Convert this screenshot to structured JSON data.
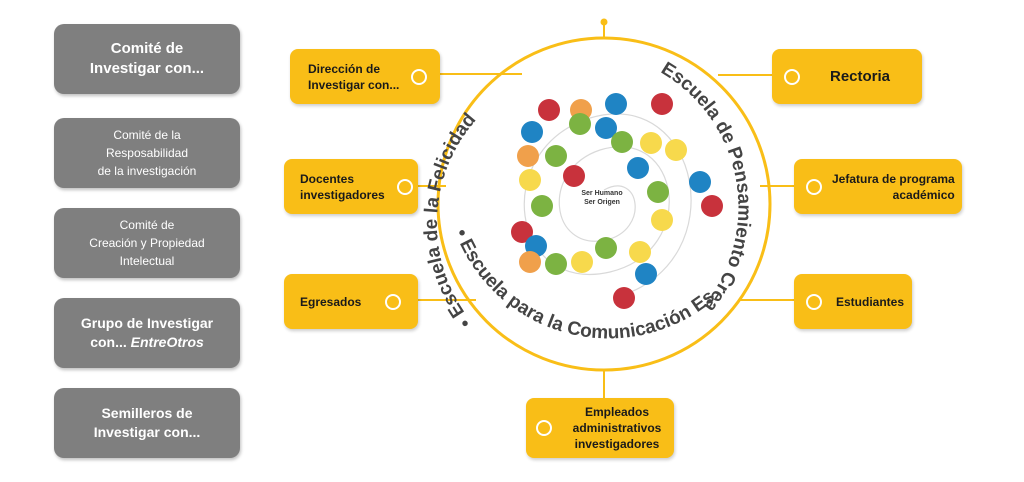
{
  "committees": [
    {
      "lines": [
        "Comité de",
        "Investigar con..."
      ]
    },
    {
      "lines": [
        "Comité de la",
        "Resposabilidad",
        "de la investigación"
      ]
    },
    {
      "lines": [
        "Comité de",
        "Creación y Propiedad",
        "Intelectual"
      ]
    },
    {
      "lines": [
        "Grupo de Investigar",
        "con... "
      ],
      "italic": "EntreOtros"
    },
    {
      "lines": [
        "Semilleros de",
        "Investigar con..."
      ]
    }
  ],
  "nodes": {
    "direccion": {
      "lines": [
        "Dirección  de",
        "Investigar con..."
      ]
    },
    "docentes": {
      "lines": [
        "Docentes",
        "investigadores"
      ]
    },
    "egresados": {
      "lines": [
        "Egresados"
      ]
    },
    "empleados": {
      "lines": [
        "Empleados",
        "administrativos",
        "investigadores"
      ]
    },
    "rectoria": {
      "lines": [
        "Rectoria"
      ]
    },
    "jefatura": {
      "lines": [
        "Jefatura de programa",
        "académico"
      ]
    },
    "estudiantes": {
      "lines": [
        "Estudiantes"
      ]
    }
  },
  "ring": {
    "escuela_felicidad": "• Escuela de la Felicidad",
    "escuela_pensamiento": "Escuela de Pensamiento Creativo •",
    "escuela_comunicacion": "• Escuela para la Comunicación Esencial",
    "center_line1": "Ser Humano",
    "center_line2": "Ser Origen"
  },
  "colors": {
    "yellow": "#f9be17",
    "gray": "#7f7f7f",
    "ring": "#f9be17",
    "dot_colors": [
      "#c8323c",
      "#1f84c4",
      "#7cb342",
      "#f0a04b",
      "#f7d94c"
    ]
  }
}
